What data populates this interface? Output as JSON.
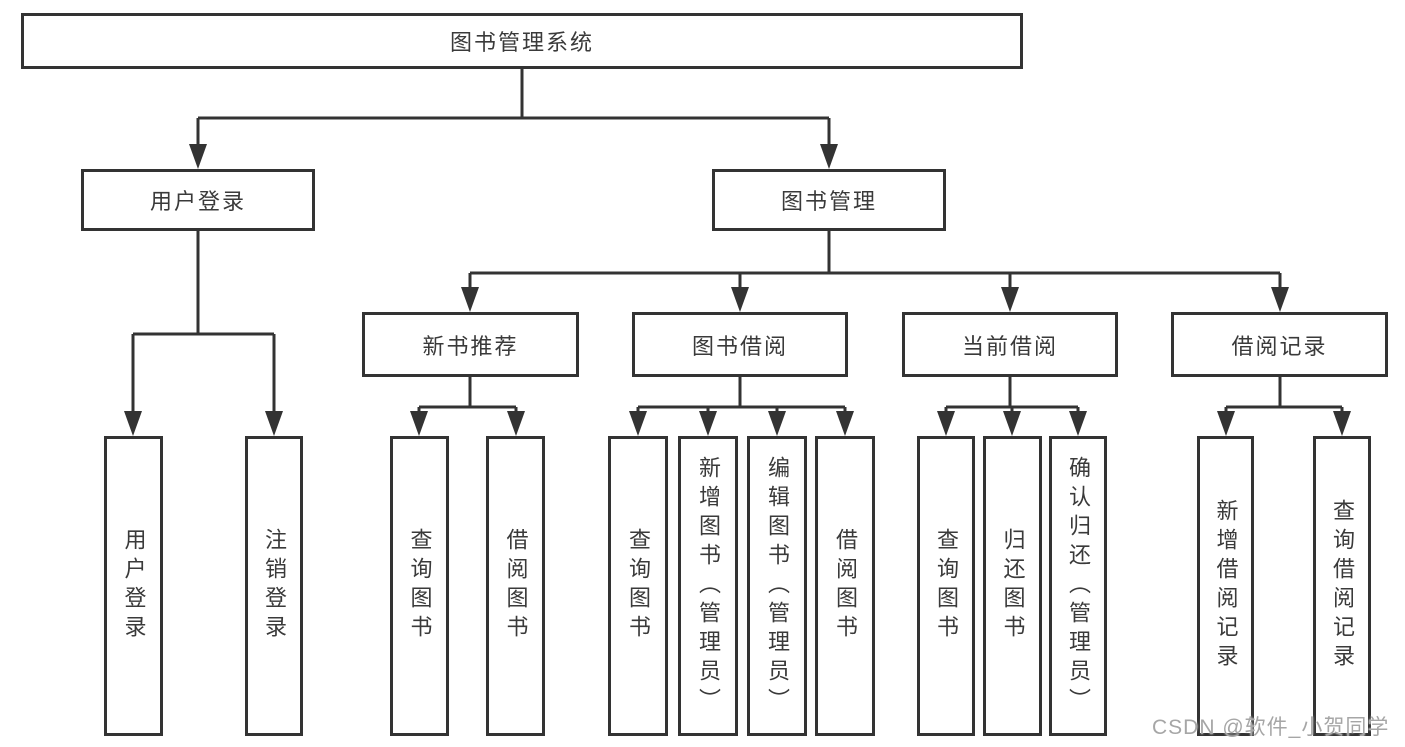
{
  "diagram": {
    "title": "图书管理系统",
    "root": {
      "label": "图书管理系统"
    },
    "branches": [
      {
        "label": "用户登录",
        "children": [
          {
            "label": "用户登录"
          },
          {
            "label": "注销登录"
          }
        ]
      },
      {
        "label": "图书管理",
        "groups": [
          {
            "label": "新书推荐",
            "children": [
              {
                "label": "查询图书"
              },
              {
                "label": "借阅图书"
              }
            ]
          },
          {
            "label": "图书借阅",
            "children": [
              {
                "label": "查询图书"
              },
              {
                "label": "新增图书（管理员）"
              },
              {
                "label": "编辑图书（管理员）"
              },
              {
                "label": "借阅图书"
              }
            ]
          },
          {
            "label": "当前借阅",
            "children": [
              {
                "label": "查询图书"
              },
              {
                "label": "归还图书"
              },
              {
                "label": "确认归还（管理员）"
              }
            ]
          },
          {
            "label": "借阅记录",
            "children": [
              {
                "label": "新增借阅记录"
              },
              {
                "label": "查询借阅记录"
              }
            ]
          }
        ]
      }
    ]
  },
  "watermark": {
    "text": "CSDN @软件_小贺同学"
  },
  "colors": {
    "line": "#333333",
    "box_border": "#333333",
    "box_background": "#ffffff",
    "text": "#3a3a3a",
    "watermark": "#a6a6a6",
    "page_background": "#ffffff"
  }
}
